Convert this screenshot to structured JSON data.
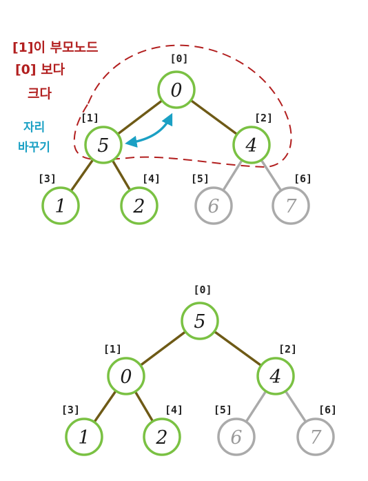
{
  "colors": {
    "active_node": "#7ac143",
    "inactive_node": "#aaaaaa",
    "active_edge": "#6e5a16",
    "inactive_edge": "#aaaaaa",
    "annotation_red": "#b21f1f",
    "annotation_blue": "#1aa0c4"
  },
  "trees": [
    {
      "nodes": [
        {
          "index": "[0]",
          "value": "0",
          "active": true
        },
        {
          "index": "[1]",
          "value": "5",
          "active": true
        },
        {
          "index": "[2]",
          "value": "4",
          "active": true
        },
        {
          "index": "[3]",
          "value": "1",
          "active": true
        },
        {
          "index": "[4]",
          "value": "2",
          "active": true
        },
        {
          "index": "[5]",
          "value": "6",
          "active": false
        },
        {
          "index": "[6]",
          "value": "7",
          "active": false
        }
      ]
    },
    {
      "nodes": [
        {
          "index": "[0]",
          "value": "5",
          "active": true
        },
        {
          "index": "[1]",
          "value": "0",
          "active": true
        },
        {
          "index": "[2]",
          "value": "4",
          "active": true
        },
        {
          "index": "[3]",
          "value": "1",
          "active": true
        },
        {
          "index": "[4]",
          "value": "2",
          "active": true
        },
        {
          "index": "[5]",
          "value": "6",
          "active": false
        },
        {
          "index": "[6]",
          "value": "7",
          "active": false
        }
      ]
    }
  ],
  "annotations": {
    "red_line1": "[1]이 부모노드",
    "red_line2": "[0] 보다",
    "red_line3": "크다",
    "blue_line1": "자리",
    "blue_line2": "바꾸기"
  }
}
